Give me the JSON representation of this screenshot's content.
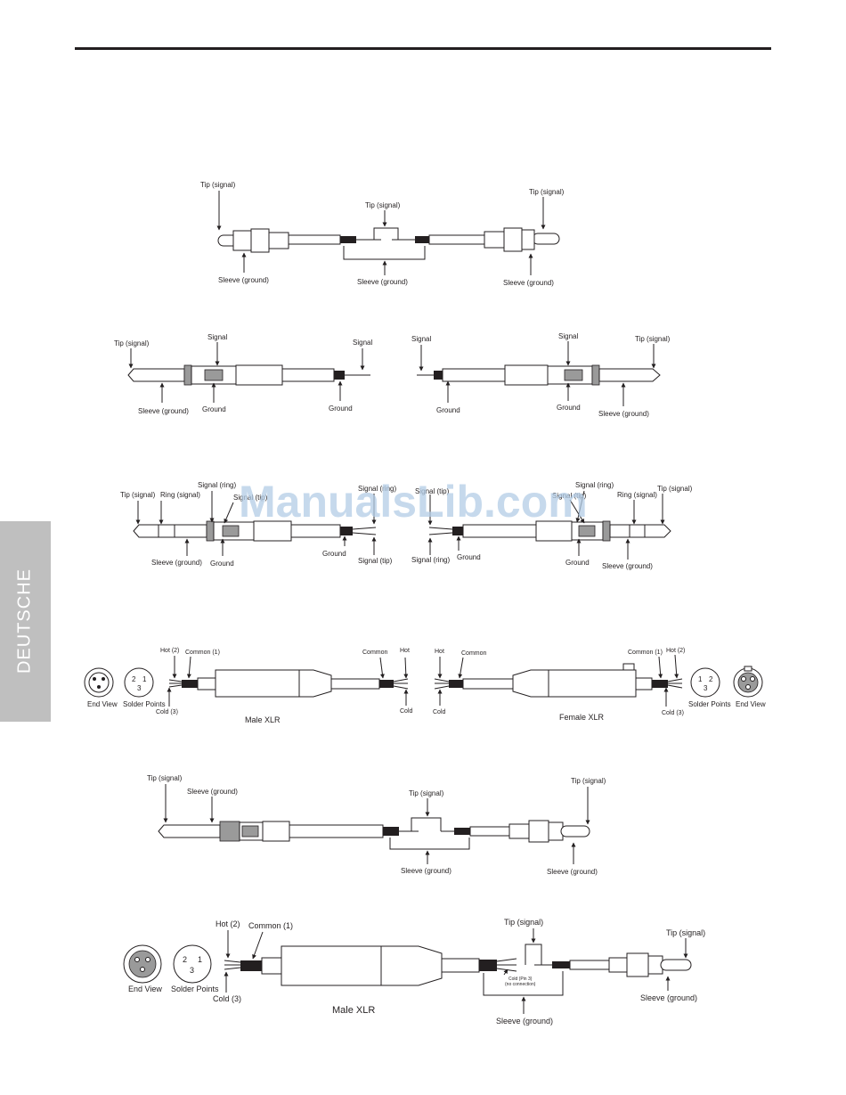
{
  "side_tab": {
    "label": "DEUTSCHE"
  },
  "watermark": {
    "text": "ManualsLib.com"
  },
  "labels": {
    "d1": {
      "tip_left": "Tip (signal)",
      "tip_center": "Tip (signal)",
      "tip_right": "Tip (signal)",
      "sleeve_left": "Sleeve (ground)",
      "sleeve_center": "Sleeve (ground)",
      "sleeve_right": "Sleeve (ground)"
    },
    "d2": {
      "tip_left": "Tip (signal)",
      "signal_left_plug": "Signal",
      "signal_left_end": "Signal",
      "sleeve_left": "Sleeve (ground)",
      "ground_left_plug": "Ground",
      "ground_left_end": "Ground",
      "signal_right_end": "Signal",
      "signal_right_plug": "Signal",
      "tip_right": "Tip (signal)",
      "ground_right_end": "Ground",
      "ground_right_plug": "Ground",
      "sleeve_right": "Sleeve (ground)"
    },
    "d3": {
      "tip_left": "Tip (signal)",
      "ring_left": "Ring (signal)",
      "signal_ring_left": "Signal (ring)",
      "signal_tip_left": "Signal (tip)",
      "signal_ring_left_end": "Signal (ring)",
      "sleeve_left": "Sleeve (ground)",
      "ground_left_plug": "Ground",
      "ground_left_end": "Ground",
      "signal_tip_left_end": "Signal (tip)",
      "signal_tip_right_end": "Signal (tip)",
      "signal_ring_right": "Signal (ring)",
      "signal_tip_right": "Signal (tip)",
      "ring_right": "Ring (signal)",
      "tip_right": "Tip (signal)",
      "signal_ring_right_end": "Signal (ring)",
      "ground_right_end": "Ground",
      "ground_right_plug": "Ground",
      "sleeve_right": "Sleeve (ground)"
    },
    "d4": {
      "hot_left": "Hot (2)",
      "common_left": "Common (1)",
      "common_left_end": "Common",
      "hot_left_end": "Hot",
      "end_view_left": "End View",
      "solder_points_left": "Solder Points",
      "cold_left": "Cold (3)",
      "cold_left_end": "Cold",
      "male_xlr": "Male XLR",
      "hot_right_end": "Hot",
      "common_right_end": "Common",
      "common_right": "Common (1)",
      "hot_right": "Hot (2)",
      "cold_right_end": "Cold",
      "cold_right": "Cold (3)",
      "solder_points_right": "Solder Points",
      "end_view_right": "End View",
      "female_xlr": "Female XLR"
    },
    "d5": {
      "tip_left": "Tip (signal)",
      "sleeve_left": "Sleeve (ground)",
      "tip_center": "Tip (signal)",
      "tip_right": "Tip (signal)",
      "sleeve_center": "Sleeve (ground)",
      "sleeve_right": "Sleeve (ground)"
    },
    "d6": {
      "hot": "Hot (2)",
      "common": "Common (1)",
      "end_view": "End View",
      "solder_points": "Solder Points",
      "cold": "Cold (3)",
      "male_xlr": "Male XLR",
      "tip_center": "Tip (signal)",
      "cold_pin3": "Cold (Pin 3)",
      "no_connection": "(no connection)",
      "tip_right": "Tip (signal)",
      "sleeve_center": "Sleeve (ground)",
      "sleeve_right": "Sleeve (ground)"
    }
  },
  "pin_numbers": {
    "one": "1",
    "two": "2",
    "three": "3"
  },
  "icons": {
    "arrow": "arrow-icon",
    "rca_plug": "rca-plug-icon",
    "ts_plug": "ts-plug-icon",
    "trs_plug": "trs-plug-icon",
    "xlr_male": "xlr-male-connector-icon",
    "xlr_female": "xlr-female-connector-icon"
  }
}
